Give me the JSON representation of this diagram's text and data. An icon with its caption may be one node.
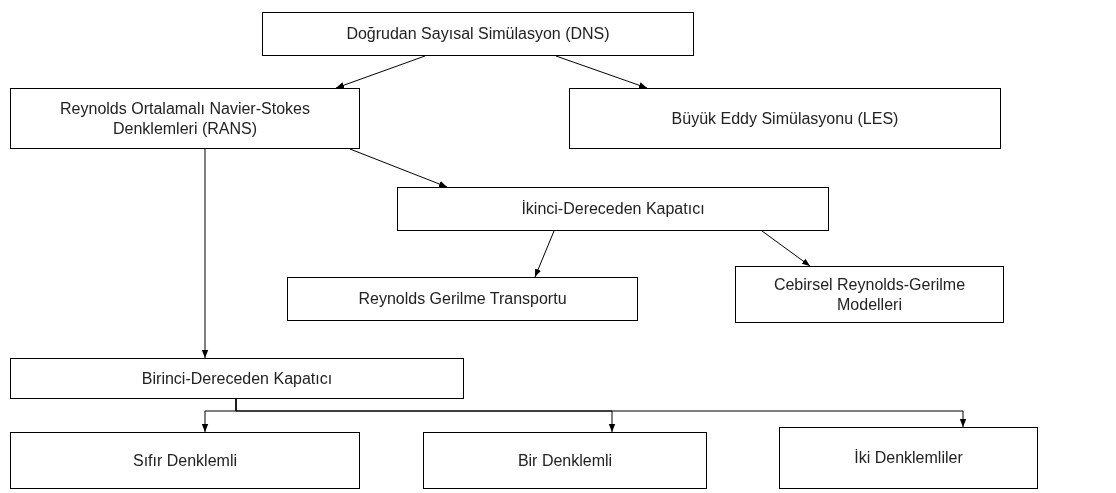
{
  "diagram": {
    "nodes": [
      {
        "text": [
          "Doğrudan Sayısal Simülasyon (DNS)"
        ]
      },
      {
        "text": [
          "Reynolds Ortalamalı Navier-Stokes Denklemleri (RANS)"
        ]
      },
      {
        "text": [
          "Büyük Eddy Simülasyonu (LES)"
        ]
      },
      {
        "text": [
          "İkinci-Dereceden Kapatıcı"
        ]
      },
      {
        "text": [
          "Reynolds Gerilme Transportu"
        ]
      },
      {
        "text": [
          "Cebirsel Reynolds-Gerilme Modelleri"
        ]
      },
      {
        "text": [
          "Birinci-Dereceden Kapatıcı"
        ]
      },
      {
        "text": [
          "Sıfır Denklemli"
        ]
      },
      {
        "text": [
          "Bir Denklemli"
        ]
      },
      {
        "text": [
          "İki Denklemliler"
        ]
      }
    ],
    "edges": [
      {
        "from": 0,
        "to": 1,
        "arrow": "to"
      },
      {
        "from": 0,
        "to": 2,
        "arrow": "to"
      },
      {
        "from": 1,
        "to": 3,
        "arrow": "to"
      },
      {
        "from": 1,
        "to": 6,
        "arrow": "to"
      },
      {
        "from": 3,
        "to": 4,
        "arrow": "to"
      },
      {
        "from": 3,
        "to": 5,
        "arrow": "to"
      },
      {
        "from": 6,
        "to": 7,
        "arrow": "to"
      },
      {
        "from": 6,
        "to": 8,
        "arrow": "to"
      },
      {
        "from": 6,
        "to": 9,
        "arrow": "to"
      }
    ]
  }
}
